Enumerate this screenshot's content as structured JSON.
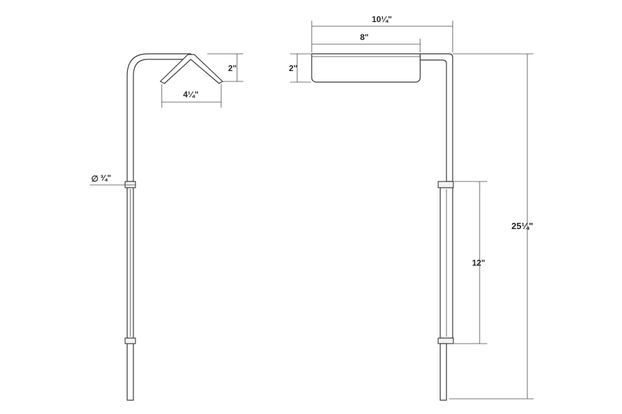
{
  "dimensions": {
    "side_head_height": "2\"",
    "side_head_width": "4¼\"",
    "stem_diameter": "¾\"",
    "front_overall_width": "10¼\"",
    "front_shade_width": "8\"",
    "front_shade_height": "2\"",
    "overall_height": "25¼\"",
    "bar_length": "12\""
  },
  "symbols": {
    "diameter": "∅"
  }
}
